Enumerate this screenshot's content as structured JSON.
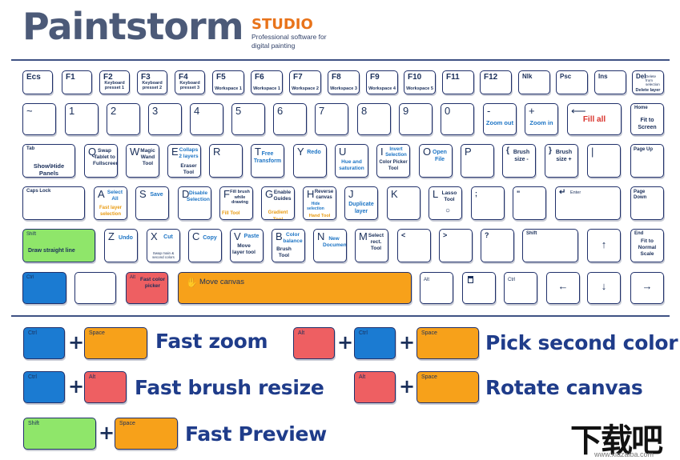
{
  "brand": {
    "name": "Paintstorm",
    "edition": "STUDIO",
    "tagline": "Professional software for digital painting"
  },
  "keys": {
    "esc": "Ecs",
    "f1": "F1",
    "f2": "F2",
    "f2_fn": "Keyboard presset 1",
    "f3": "F3",
    "f3_fn": "Keyboard presset 2",
    "f4": "F4",
    "f4_fn": "Keyboard presset 3",
    "f5": "F5",
    "f5_fn": "Workspace 1",
    "f6": "F6",
    "f6_fn": "Workspace 1",
    "f7": "F7",
    "f7_fn": "Workspace 2",
    "f8": "F8",
    "f8_fn": "Workspace 3",
    "f9": "F9",
    "f9_fn": "Workspace 4",
    "f10": "F10",
    "f10_fn": "Workspace 5",
    "f11": "F11",
    "f12": "F12",
    "nlk": "Nlk",
    "psc": "Psc",
    "ins": "Ins",
    "del": "Del",
    "del_tiny": "Delete from selection",
    "del_fn": "Delete layer",
    "tilde": "~",
    "n1": "1",
    "n2": "2",
    "n3": "3",
    "n4": "4",
    "n5": "5",
    "n6": "6",
    "n7": "7",
    "n8": "8",
    "n9": "9",
    "n0": "0",
    "minus": "-",
    "minus_fn": "Zoom out",
    "plus": "+",
    "plus_fn": "Zoom in",
    "back": "⟵",
    "back_fn": "Fill all",
    "home": "Home",
    "home_fn": "Fit to Screen",
    "tab": "Tab",
    "tab_fn": "Show\\Hide Panels",
    "q": "Q",
    "q_fn": "Swap Tablet to Fullscreen",
    "w": "W",
    "w_fn": "Magic Wand Tool",
    "e": "E",
    "e_fn_blue": "Collaps 2 layers",
    "e_fn": "Eraser Tool",
    "r": "R",
    "t": "T",
    "t_fn": "Free Transform",
    "y": "Y",
    "y_fn": "Redo",
    "u": "U",
    "u_fn": "Hue and saturation",
    "i": "I",
    "i_fn_blue": "Invert Selection",
    "i_fn": "Color Picker Tool",
    "o": "O",
    "o_fn": "Open File",
    "p": "P",
    "lbracket": "{",
    "lbracket_fn": "Brush size -",
    "rbracket": "}",
    "rbracket_fn": "Brush size +",
    "pipe": "|",
    "pgup": "Page Up",
    "caps": "Caps Lock",
    "a": "A",
    "a_fn_blue": "Select All",
    "a_fn_orange": "Fast layer selection",
    "s": "S",
    "s_fn": "Save",
    "d": "D",
    "d_fn": "Disable Selection",
    "f": "F",
    "f_fn": "Fill brush while drawing",
    "f_fn_orange": "Fill Tool",
    "g": "G",
    "g_fn": "Enable Guides",
    "g_fn_orange": "Gradient Tool",
    "h": "H",
    "h_fn": "Reverse canvas",
    "h_fn_blue": "Hide selection",
    "h_fn_orange": "Hand Tool",
    "j": "J",
    "j_fn": "Duplicate layer",
    "k": "K",
    "l": "L",
    "l_fn": "Lasso Tool",
    "semi": ";",
    "quote": "\"",
    "enter": "Enter",
    "pgdn": "Page Down",
    "shift_left": "Shift",
    "shift_left_fn": "Draw straight line",
    "z": "Z",
    "z_fn": "Undo",
    "x": "X",
    "x_fn": "Cut",
    "x_tiny": "Swap main & second colors",
    "c": "C",
    "c_fn": "Copy",
    "v": "V",
    "v_fn_blue": "Paste",
    "v_fn": "Move layer tool",
    "b": "B",
    "b_fn_blue": "Color balance",
    "b_fn": "Brush Tool",
    "n": "N",
    "n_fn": "New Document",
    "m": "M",
    "m_fn": "Select rect. Tool",
    "lt": "<",
    "gt": ">",
    "qmark": "?",
    "shift_right": "Shift",
    "up": "↑",
    "end": "End",
    "end_fn": "Fit to Normal Scale",
    "ctrl_left": "Ctrl",
    "alt_left": "Alt",
    "alt_left_fn": "Fast color picker",
    "space": "Move canvas",
    "alt_right": "Alt",
    "ctrl_right": "Ctrl",
    "left": "←",
    "down": "↓",
    "right": "→"
  },
  "shortcuts": {
    "fast_zoom": {
      "k1": "Ctrl",
      "k2": "Space",
      "label": "Fast zoom"
    },
    "fast_brush_resize": {
      "k1": "Ctrl",
      "k2": "Alt",
      "label": "Fast brush resize"
    },
    "fast_preview": {
      "k1": "Shift",
      "k2": "Space",
      "label": "Fast Preview"
    },
    "pick_second_color": {
      "k1": "Alt",
      "k2": "Ctrl",
      "k3": "Space",
      "label": "Pick second color"
    },
    "rotate_canvas": {
      "k1": "Alt",
      "k2": "Space",
      "label": "Rotate canvas"
    }
  },
  "plus_sign": "+",
  "watermark": {
    "logo": "下载吧",
    "url": "www.xiazaiba.com"
  },
  "colors": {
    "shift": "#8fe66a",
    "ctrl": "#1b7bd2",
    "alt": "#ee5f62",
    "space": "#f7a11a",
    "text_blue": "#1c74c5",
    "text_orange": "#e89a11",
    "text_red": "#d9342d",
    "brand_orange": "#e8731a"
  }
}
